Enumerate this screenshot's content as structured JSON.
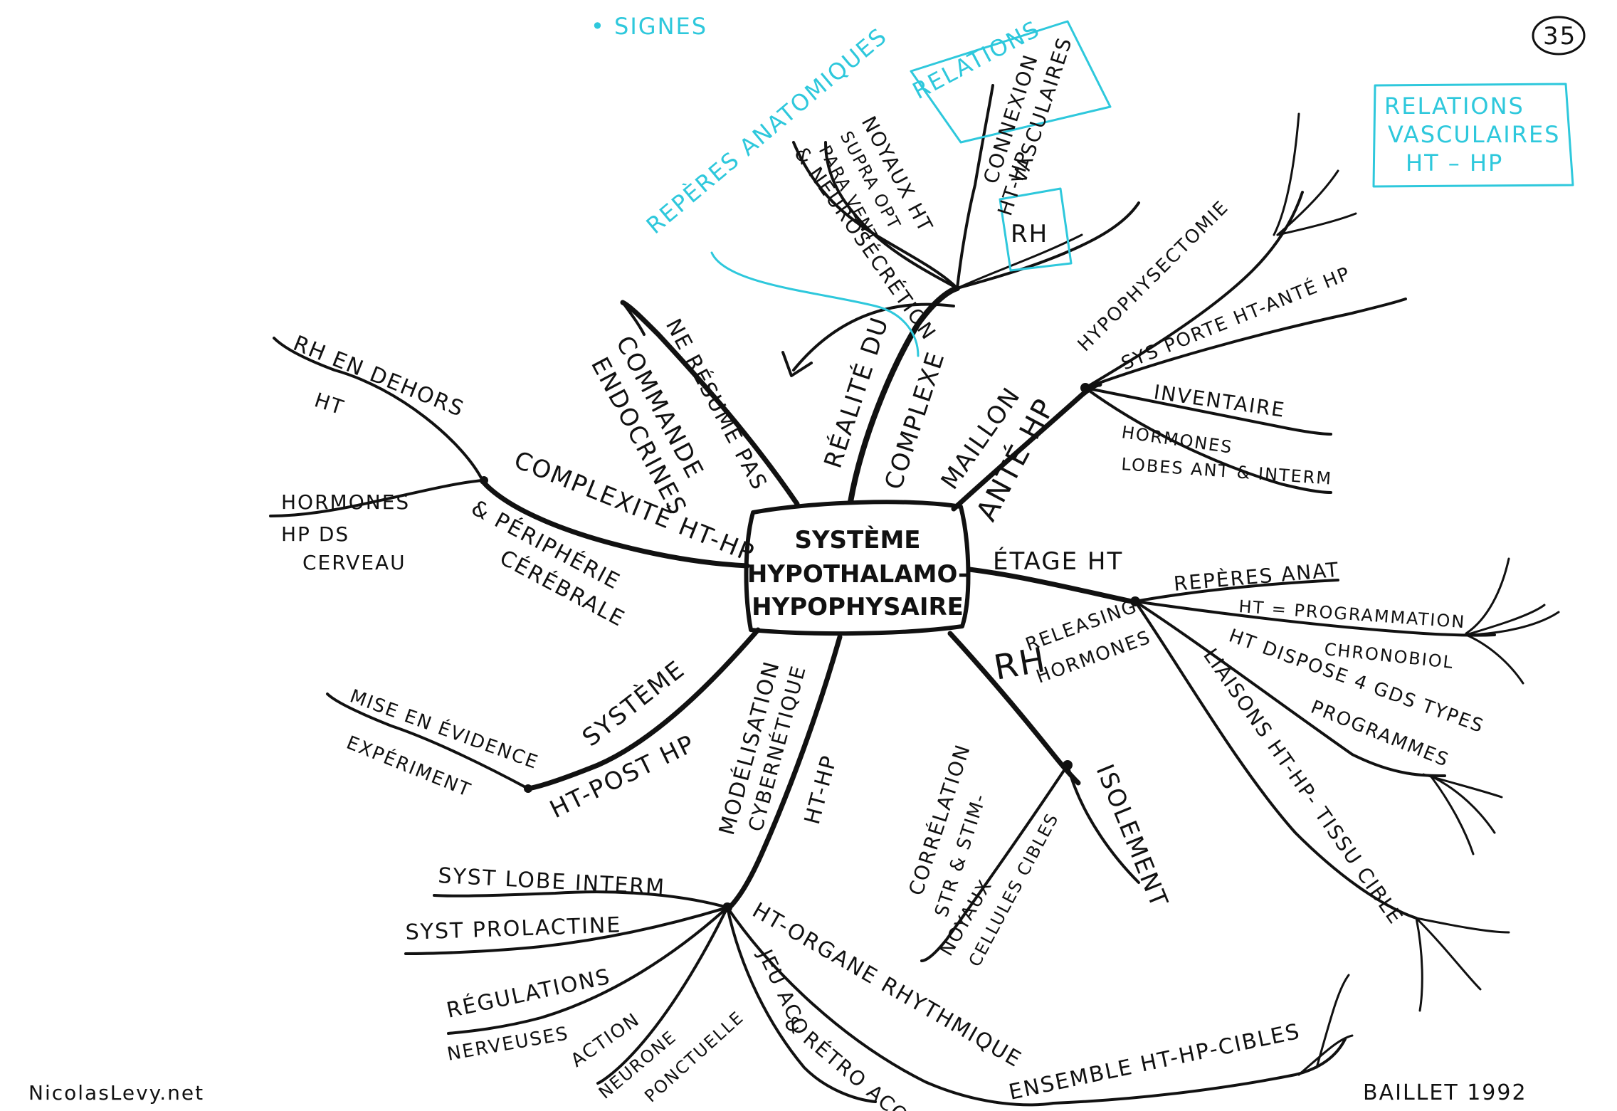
{
  "center": {
    "line1": "SYSTÈME",
    "line2": "HYPOTHALAMO-",
    "line3": "HYPOPHYSAIRE"
  },
  "page_number": "35",
  "credit": "NicolasLevy.net",
  "author": "BAILLET 1992",
  "top_note": "• SIGNES",
  "branches": {
    "realite": {
      "r1": "RÉALITÉ DU",
      "r2": "COMPLEXE",
      "reperes": "REPÈRES ANATOMIQUES",
      "noyaux1": "NOYAUX HT",
      "noyaux2": "SUPRA OPT",
      "noyaux3": "PARA VENT",
      "neuro": "& NEUROSÉCRÉTION",
      "connexion1": "CONNEXION",
      "connexion2": "VASCULAIRES",
      "hthp": "HT-HP",
      "relations_top": "RELATIONS",
      "rh_box": "RH"
    },
    "commande": {
      "c1": "NE RÉSUME PAS",
      "c2": "COMMANDE",
      "c3": "ENDOCRINES"
    },
    "complexite": {
      "main": "COMPLEXITÉ HT-HP",
      "peripherie1": "& PÉRIPHÉRIE",
      "peripherie2": "CÉRÉBRALE",
      "rh1": "RH EN DEHORS",
      "rh2": "HT",
      "hormones1": "HORMONES",
      "hormones2": "HP DS",
      "hormones3": "CERVEAU"
    },
    "systeme": {
      "main1": "SYSTÈME",
      "main2": "HT-POST HP",
      "mise1": "MISE EN ÉVIDENCE",
      "mise2": "EXPÉRIMENT"
    },
    "modelisation": {
      "m1": "MODÉLISATION",
      "m2": "CYBERNÉTIQUE",
      "m3": "HT-HP",
      "organe": "HT-ORGANE RHYTHMIQUE",
      "syst_lobe": "SYST LOBE INTERM",
      "syst_prol": "SYST PROLACTINE",
      "regulations": "RÉGULATIONS",
      "nerveuses": "NERVEUSES",
      "action": "ACTION",
      "neuro_pon1": "NEURONE",
      "neuro_pon2": "PONCTUELLE",
      "jeu1": "JEU ACO",
      "jeu2": "& RÉTRO ACO",
      "ensemble": "ENSEMBLE HT-HP-CIBLES"
    },
    "rh": {
      "rh": "RH",
      "releasing1": "RELEASING",
      "releasing2": "HORMONES",
      "isolement": "ISOLEMENT",
      "corr1": "CORRÉLATION",
      "corr2": "STR & STIM-",
      "noyaux1": "NOYAUX-",
      "noyaux2": "CELLULES CIBLES"
    },
    "etage": {
      "main": "ÉTAGE HT",
      "reperes": "REPÈRES ANAT",
      "prog1": "HT = PROGRAMMATION",
      "prog2": "CHRONOBIOL",
      "dispose1": "HT DISPOSE 4 GDS TYPES",
      "dispose2": "PROGRAMMES",
      "liaisons": "LIAISONS HT-HP- TISSU CIBLE"
    },
    "maillon": {
      "m1": "MAILLON",
      "m2": "ANTÉ HP",
      "hypo": "HYPOPHYSECTOMIE",
      "sys": "SYS PORTE HT-ANTÉ HP",
      "inventaire": "INVENTAIRE",
      "hormones1": "HORMONES",
      "hormones2": "LOBES ANT & INTERM"
    },
    "relations_box": {
      "l1": "RELATIONS",
      "l2": "VASCULAIRES",
      "l3": "HT – HP"
    }
  }
}
